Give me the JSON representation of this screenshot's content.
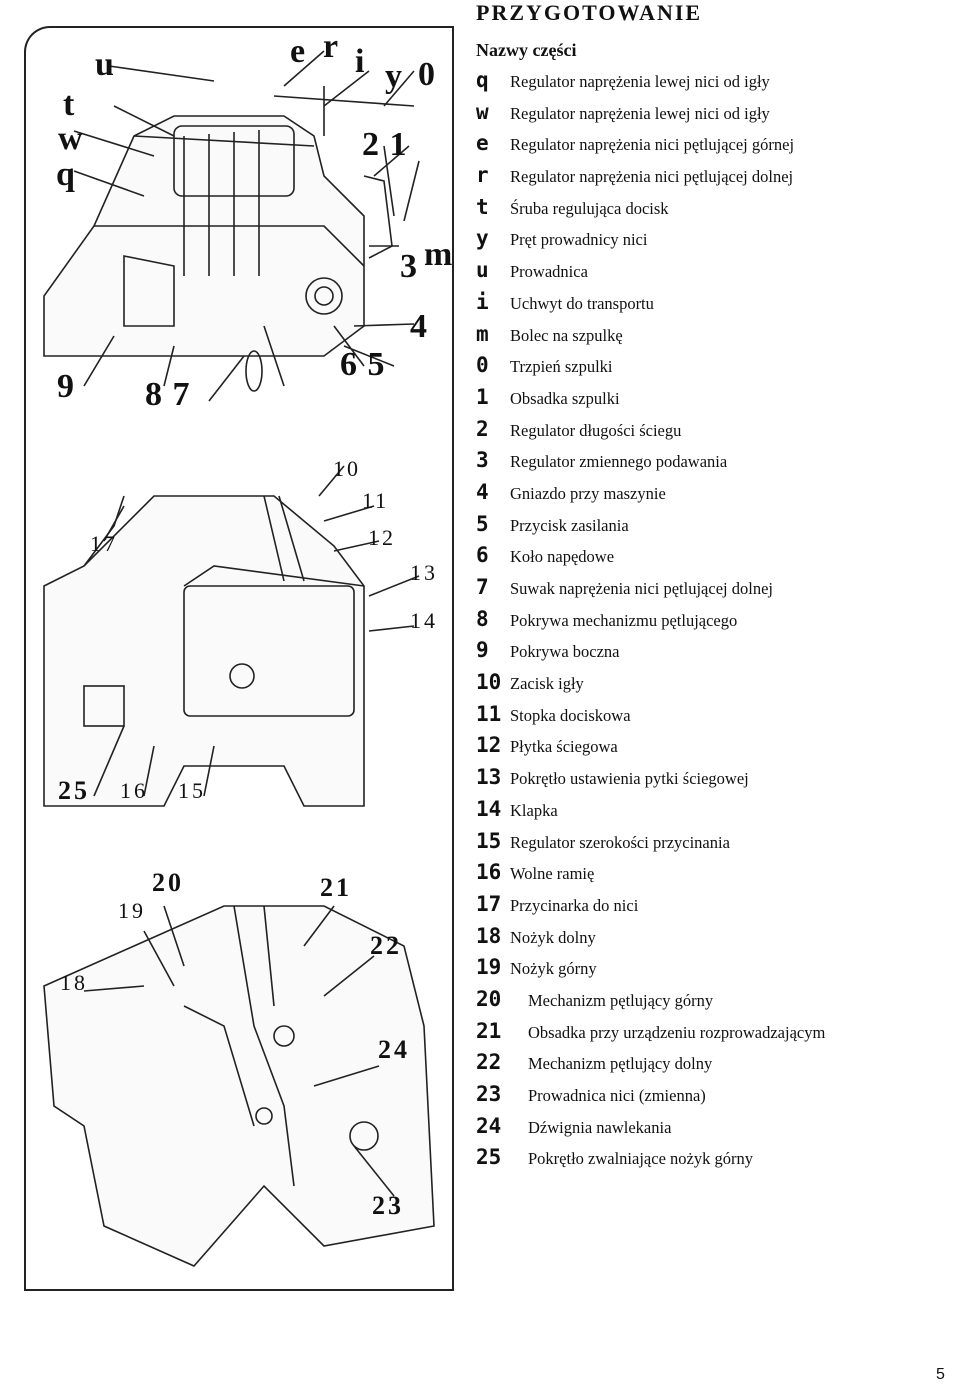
{
  "header": {
    "title": "PRZYGOTOWANIE",
    "subtitle": "Nazwy części"
  },
  "parts": [
    {
      "marker": "q",
      "name": "Regulator naprężenia lewej nici od igły"
    },
    {
      "marker": "w",
      "name": "Regulator naprężenia lewej nici od igły"
    },
    {
      "marker": "e",
      "name": "Regulator naprężenia nici pętlującej górnej"
    },
    {
      "marker": "r",
      "name": "Regulator naprężenia nici pętlującej dolnej"
    },
    {
      "marker": "t",
      "name": "Śruba regulująca docisk"
    },
    {
      "marker": "y",
      "name": "Pręt prowadnicy nici"
    },
    {
      "marker": "u",
      "name": "Prowadnica"
    },
    {
      "marker": "i",
      "name": "Uchwyt do transportu"
    },
    {
      "marker": "m",
      "name": "Bolec na szpulkę"
    },
    {
      "marker": "0",
      "name": "Trzpień szpulki"
    },
    {
      "marker": "1",
      "name": "Obsadka szpulki"
    },
    {
      "marker": "2",
      "name": "Regulator długości ściegu"
    },
    {
      "marker": "3",
      "name": "Regulator zmiennego podawania"
    },
    {
      "marker": "4",
      "name": "Gniazdo przy maszynie"
    },
    {
      "marker": "5",
      "name": "Przycisk zasilania"
    },
    {
      "marker": "6",
      "name": "Koło napędowe"
    },
    {
      "marker": "7",
      "name": "Suwak naprężenia nici pętlującej dolnej"
    },
    {
      "marker": "8",
      "name": "Pokrywa mechanizmu pętlującego"
    },
    {
      "marker": "9",
      "name": "Pokrywa boczna"
    },
    {
      "marker": "10",
      "name": "Zacisk igły"
    },
    {
      "marker": "11",
      "name": "Stopka dociskowa"
    },
    {
      "marker": "12",
      "name": "Płytka ściegowa"
    },
    {
      "marker": "13",
      "name": "Pokrętło ustawienia pytki ściegowej"
    },
    {
      "marker": "14",
      "name": "Klapka"
    },
    {
      "marker": "15",
      "name": "Regulator szerokości przycinania"
    },
    {
      "marker": "16",
      "name": "Wolne ramię"
    },
    {
      "marker": "17",
      "name": "Przycinarka do nici"
    },
    {
      "marker": "18",
      "name": "Nożyk dolny"
    },
    {
      "marker": "19",
      "name": "Nożyk górny"
    },
    {
      "marker": "20",
      "name": "Mechanizm pętlujący górny"
    },
    {
      "marker": "21",
      "name": "Obsadka przy urządzeniu rozprowadzającym"
    },
    {
      "marker": "22",
      "name": "Mechanizm pętlujący dolny"
    },
    {
      "marker": "23",
      "name": "Prowadnica nici (zmienna)"
    },
    {
      "marker": "24",
      "name": "Dźwignia nawlekania"
    },
    {
      "marker": "25",
      "name": "Pokrętło zwalniające nożyk górny"
    }
  ],
  "callouts": {
    "u": "u",
    "e": "e",
    "r": "r",
    "i": "i",
    "y": "y",
    "o": "0",
    "t": "t",
    "w": "w",
    "q": "q",
    "c21": "2 1",
    "c3m": "3",
    "cm": "m",
    "c4": "4",
    "c65": "6 5",
    "c9": "9",
    "c87": "8 7",
    "c10": "10",
    "c11": "11",
    "c12": "12",
    "c13": "13",
    "c14": "14",
    "c17": "17",
    "c25": "25",
    "c16": "16",
    "c15": "15",
    "c20": "20",
    "c21b": "21",
    "c19": "19",
    "c22": "22",
    "c18": "18",
    "c24": "24",
    "c23": "23"
  },
  "page": {
    "number": "5"
  }
}
